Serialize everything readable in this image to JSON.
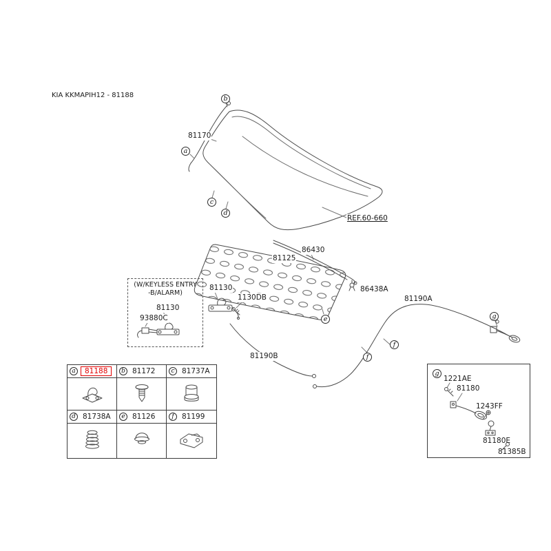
{
  "meta": {
    "title": "KIA KKMAPIH12 - 81188"
  },
  "diagram": {
    "callouts": {
      "a": "a",
      "b": "b",
      "c": "c",
      "d": "d",
      "e": "e",
      "f": "f",
      "g": "g"
    },
    "labels": {
      "rod": "81170",
      "ref": "REF.60-660",
      "weatherstrip": "86430",
      "pad": "81125",
      "clip": "86438A",
      "latch": "81130",
      "latch_bolt": "1130DB",
      "cable_a": "81190A",
      "cable_b": "81190B"
    },
    "keyless": {
      "line1": "(W/KEYLESS ENTRY",
      "line2": "-B/ALARM)",
      "latch": "81130",
      "actuator": "93880C"
    }
  },
  "parts_table": {
    "cells": [
      {
        "key": "a",
        "part": "81188",
        "highlight": true
      },
      {
        "key": "b",
        "part": "81172",
        "highlight": false
      },
      {
        "key": "c",
        "part": "81737A",
        "highlight": false
      },
      {
        "key": "d",
        "part": "81738A",
        "highlight": false
      },
      {
        "key": "e",
        "part": "81126",
        "highlight": false
      },
      {
        "key": "f",
        "part": "81199",
        "highlight": false
      }
    ]
  },
  "release_box": {
    "key": "g",
    "labels": [
      "1221AE",
      "81180",
      "1243FF",
      "81180E",
      "81385B"
    ]
  },
  "colors": {
    "highlight": "#e00000",
    "line": "#4a4a4a"
  }
}
